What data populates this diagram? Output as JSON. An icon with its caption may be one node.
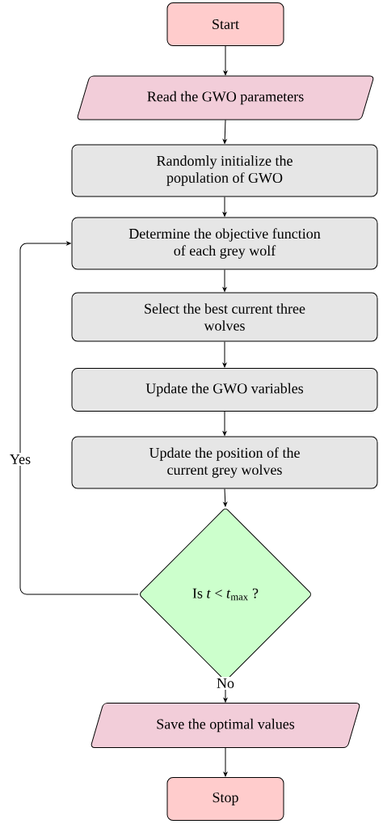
{
  "diagram": {
    "nodes": [
      {
        "text": [
          "Start"
        ]
      },
      {
        "text": [
          "Read the GWO parameters"
        ]
      },
      {
        "text": [
          "Randomly initialize the population of GWO"
        ]
      },
      {
        "text": [
          "Determine the objective function of each grey wolf"
        ]
      },
      {
        "text": [
          "Select the best current three wolves"
        ]
      },
      {
        "text": [
          "Update the GWO variables"
        ]
      },
      {
        "text": [
          "Update the position of the current grey wolves"
        ]
      },
      {
        "text": [
          "Is *t* < *t*$_{max}$ ?"
        ]
      },
      {
        "text": [
          "Save the optimal values"
        ]
      },
      {
        "text": [
          "Stop"
        ]
      }
    ],
    "edges": [
      {
        "from": 0,
        "to": 1,
        "arrow": "to"
      },
      {
        "from": 1,
        "to": 2,
        "arrow": "to"
      },
      {
        "from": 2,
        "to": 3,
        "arrow": "to"
      },
      {
        "from": 3,
        "to": 4,
        "arrow": "to"
      },
      {
        "from": 4,
        "to": 5,
        "arrow": "to"
      },
      {
        "from": 5,
        "to": 6,
        "arrow": "to"
      },
      {
        "from": 6,
        "to": 7,
        "arrow": "to"
      },
      {
        "from": 7,
        "to": 3,
        "arrow": "to",
        "label": "Yes"
      },
      {
        "from": 7,
        "to": 8,
        "arrow": "to",
        "label": "No"
      },
      {
        "from": 8,
        "to": 9,
        "arrow": "to"
      }
    ]
  }
}
